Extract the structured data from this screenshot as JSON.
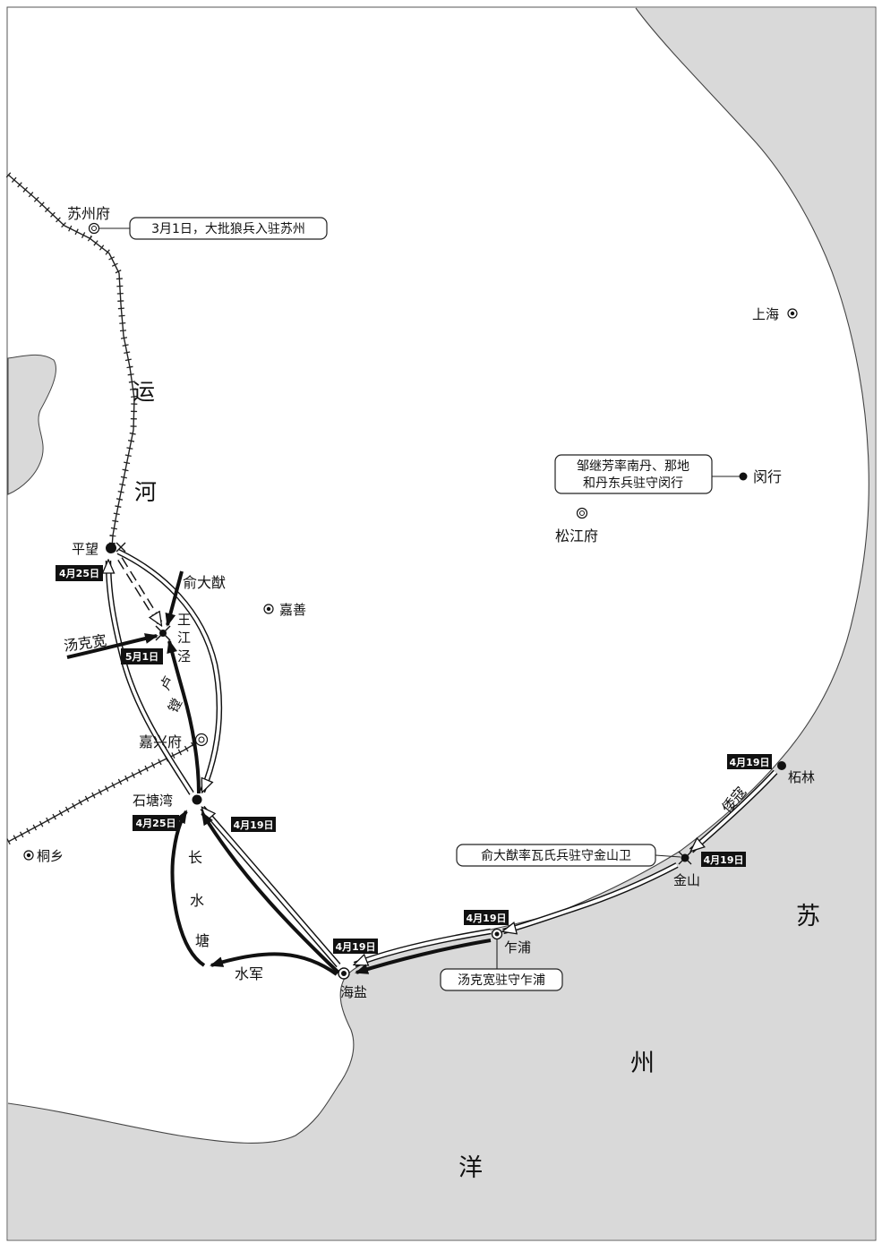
{
  "map": {
    "sea_color": "#d9d9d9",
    "canal_label": [
      "运",
      "河"
    ],
    "sea_label": [
      "苏",
      "州",
      "洋"
    ],
    "places": {
      "suzhou": "苏州府",
      "shanghai": "上海",
      "minhang": "闵行",
      "songjiang": "松江府",
      "pingwang": "平望",
      "jiashan": "嘉善",
      "wangjiangjing": [
        "王",
        "江",
        "泾"
      ],
      "jiaxing": "嘉兴府",
      "shitangwan": "石塘湾",
      "tongxiang": "桐乡",
      "haiyan": "海盐",
      "zhapu": "乍浦",
      "jinshan": "金山",
      "zhelin": "柘林"
    },
    "waterways": {
      "changshuitang": [
        "长",
        "水",
        "塘"
      ]
    },
    "forces": {
      "yu_dayou": "俞大猷",
      "tang_kekuan": "汤克宽",
      "lu_tang": [
        "卢",
        "镗"
      ],
      "pirates": "倭寇",
      "navy": "水军"
    },
    "callouts": {
      "suzhou": "3月1日，大批狼兵入驻苏州",
      "minhang": [
        "邹继芳率南丹、那地",
        "和丹东兵驻守闵行"
      ],
      "jinshan": "俞大猷率瓦氏兵驻守金山卫",
      "zhapu": "汤克宽驻守乍浦"
    },
    "dates": {
      "pingwang": "4月25日",
      "wangjiangjing": "5月1日",
      "zhelin": "4月19日",
      "shitangwan_left": "4月25日",
      "shitangwan_right": "4月19日",
      "jinshan": "4月19日",
      "zhapu": "4月19日",
      "haiyan": "4月19日"
    }
  }
}
